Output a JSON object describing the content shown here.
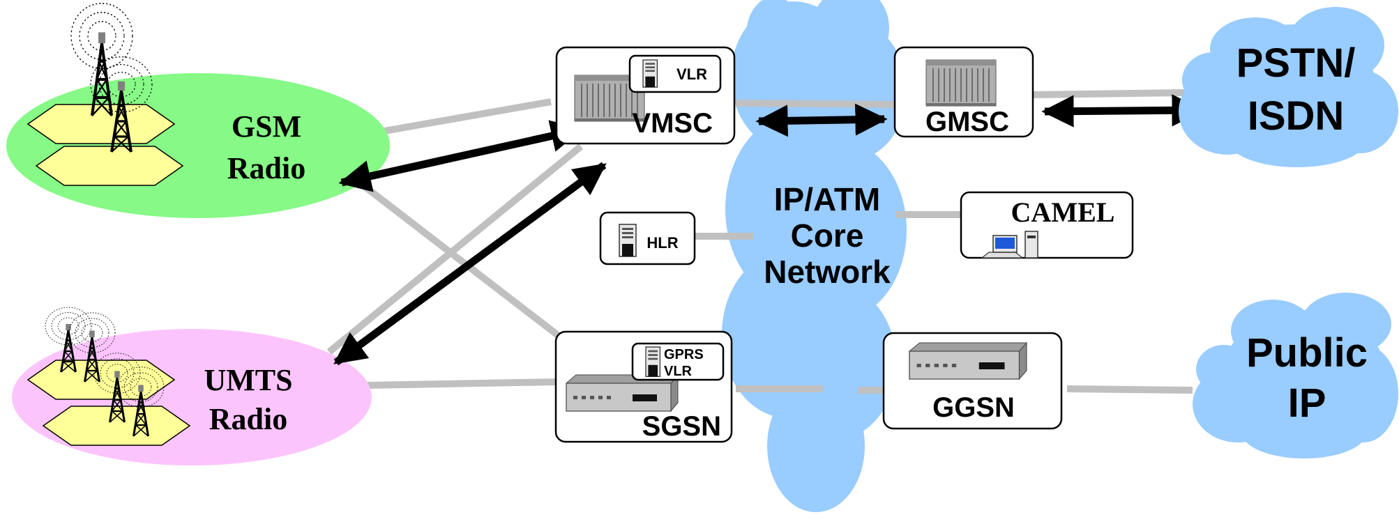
{
  "radio": {
    "gsm": {
      "line1": "GSM",
      "line2": "Radio"
    },
    "umts": {
      "line1": "UMTS",
      "line2": "Radio"
    }
  },
  "nodes": {
    "vmsc": "VMSC",
    "vlr": "VLR",
    "hlr": "HLR",
    "sgsn": "SGSN",
    "gprs_vlr": {
      "line1": "GPRS",
      "line2": "VLR"
    },
    "gmsc": "GMSC",
    "camel": "CAMEL",
    "ggsn": "GGSN"
  },
  "core": {
    "line1": "IP/ATM",
    "line2": "Core",
    "line3": "Network"
  },
  "external": {
    "pstn": {
      "line1": "PSTN/",
      "line2": "ISDN"
    },
    "public_ip": {
      "line1": "Public",
      "line2": "IP"
    }
  },
  "colors": {
    "gsm_fill": "#86f986",
    "umts_fill": "#fcc4fc",
    "cell_fill": "#ffff99",
    "cloud_fill": "#99ccff",
    "link_gray": "#c0c0c0",
    "arrow": "#000000"
  },
  "icons": {
    "tower": "antenna-tower-icon",
    "switch": "switch-rack-icon",
    "server": "server-tower-icon",
    "router": "router-box-icon",
    "workstation": "workstation-icon"
  }
}
